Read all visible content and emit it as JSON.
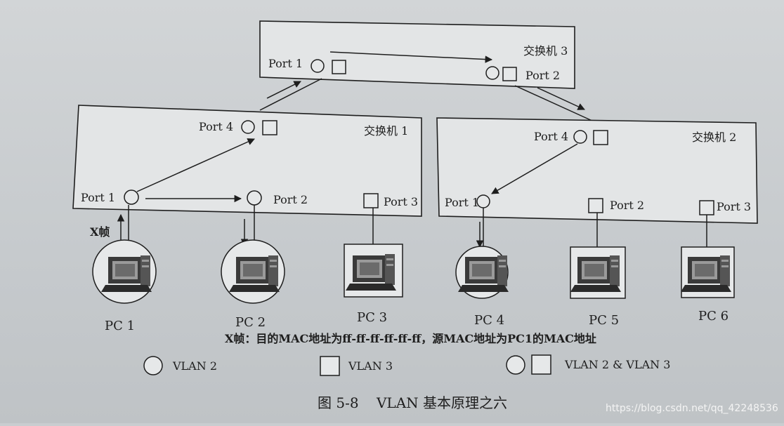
{
  "switches": {
    "switch3": {
      "label": "交换机 3",
      "port1": "Port 1",
      "port2": "Port 2"
    },
    "switch1": {
      "label": "交换机 1",
      "port4": "Port 4",
      "port1": "Port 1",
      "port2": "Port 2",
      "port3": "Port 3"
    },
    "switch2": {
      "label": "交换机 2",
      "port4": "Port 4",
      "port1": "Port 1",
      "port2": "Port 2",
      "port3": "Port 3"
    }
  },
  "pcs": [
    {
      "label": "PC 1",
      "vlan": "VLAN 2"
    },
    {
      "label": "PC 2",
      "vlan": "VLAN 2"
    },
    {
      "label": "PC 3",
      "vlan": "VLAN 3"
    },
    {
      "label": "PC 4",
      "vlan": "VLAN 2"
    },
    {
      "label": "PC 5",
      "vlan": "VLAN 3"
    },
    {
      "label": "PC 6",
      "vlan": "VLAN 3"
    }
  ],
  "frame_label": "X帧",
  "frame_note": "X帧：目的MAC地址为ff-ff-ff-ff-ff-ff，源MAC地址为PC1的MAC地址",
  "legend": {
    "circle": "VLAN 2",
    "square": "VLAN 3",
    "both": "VLAN 2 & VLAN 3"
  },
  "caption": "图 5-8    VLAN 基本原理之六",
  "watermark": "https://blog.csdn.net/qq_42248536",
  "colors": {
    "line": "#1e1e1e",
    "box_fill": "#e3e5e6",
    "background": "#c9cdd0"
  }
}
